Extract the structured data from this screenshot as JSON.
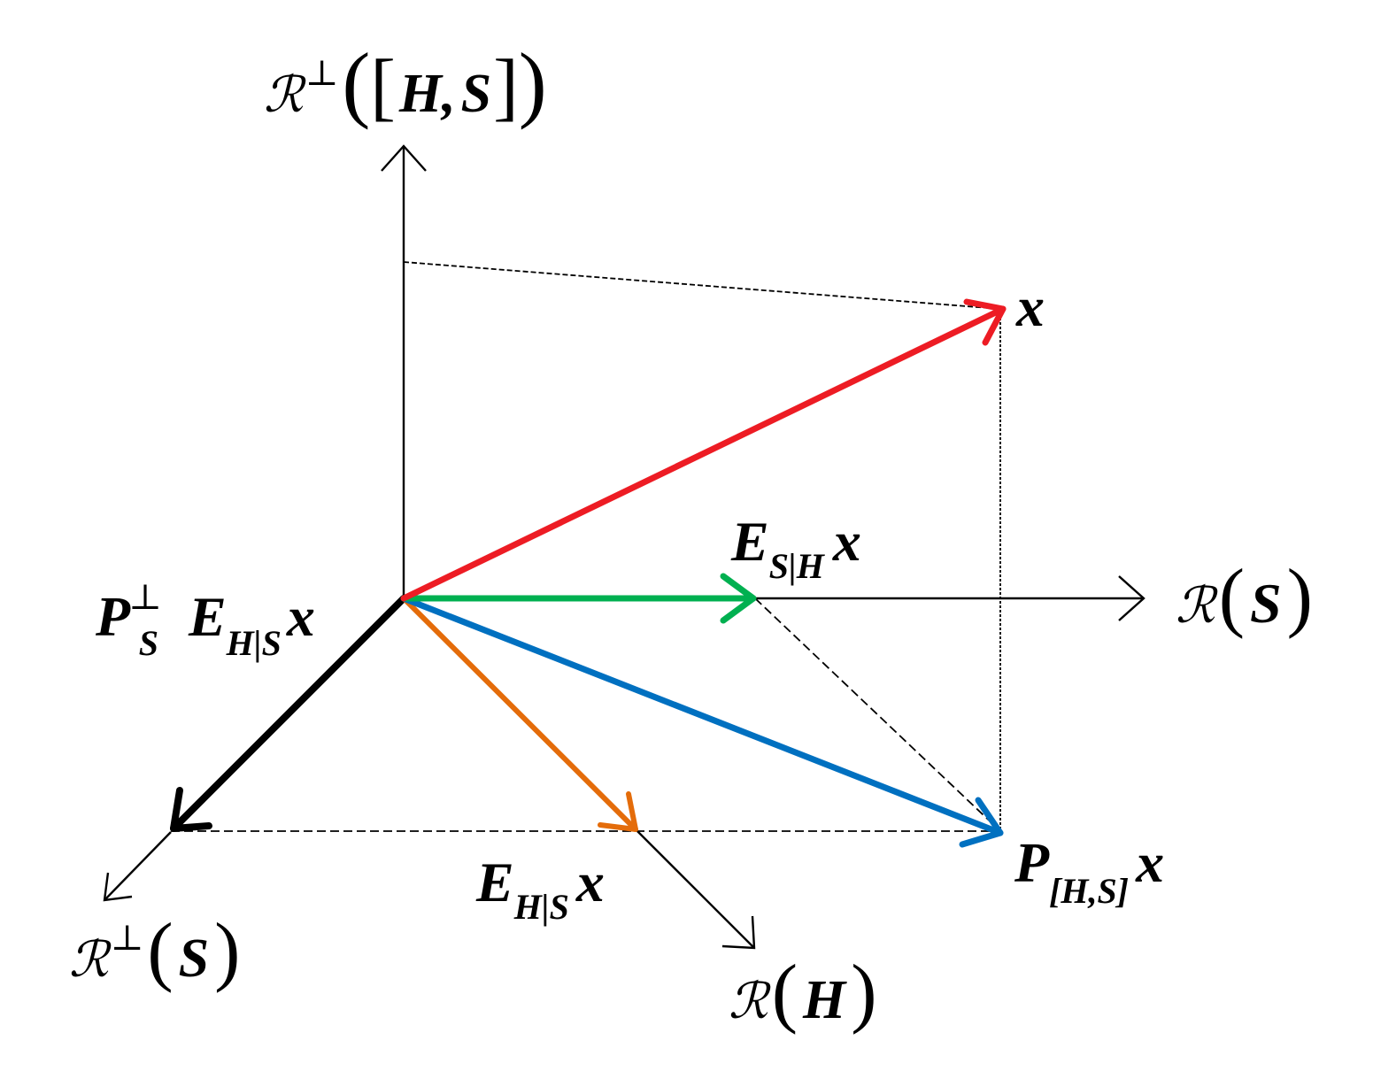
{
  "colors": {
    "x": "#ed1c24",
    "E_S_H_x": "#00b050",
    "P_HS_x": "#0070c0",
    "E_H_S_x": "#e46c0a",
    "Pperp_E_H_S_x": "#000000",
    "axis": "#000000"
  },
  "axes": {
    "range_S": {
      "script": "ℛ",
      "open": "(",
      "arg": "S",
      "close": ")"
    },
    "range_H": {
      "script": "ℛ",
      "open": "(",
      "arg": "H",
      "close": ")"
    },
    "range_perp_S": {
      "script": "ℛ",
      "sup": "⊥",
      "open": "(",
      "arg": "S",
      "close": ")"
    },
    "range_perp_HS": {
      "script": "ℛ",
      "sup": "⊥",
      "open": "(",
      "lbr": "[",
      "arg": "H",
      "comma": ",",
      "arg2": "S",
      "rbr": "]",
      "close": ")"
    }
  },
  "vectors": {
    "x": {
      "main": "x"
    },
    "E_S_H_x": {
      "main": "E",
      "sub": "S|H",
      "tail": "x"
    },
    "E_H_S_x": {
      "main": "E",
      "sub": "H|S",
      "tail": "x"
    },
    "P_HS_x": {
      "main": "P",
      "sub": "[H,S]",
      "tail": "x"
    },
    "Pperp_E_H_S_x": {
      "main": "P",
      "sup": "⊥",
      "sub_P": "S",
      "main2": "E",
      "sub": "H|S",
      "tail": "x"
    }
  }
}
